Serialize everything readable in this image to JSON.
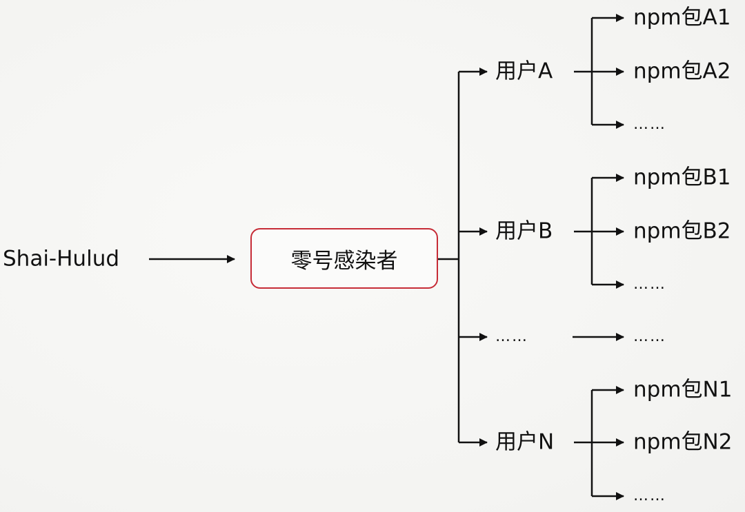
{
  "colors": {
    "line": "#111111",
    "box_border": "#c62b36",
    "background": "#f6f6f4"
  },
  "source": {
    "label": "Shai-Hulud"
  },
  "patient_zero": {
    "label": "零号感染者"
  },
  "users": [
    {
      "label": "用户A",
      "packages": [
        "npm包A1",
        "npm包A2",
        "……"
      ]
    },
    {
      "label": "用户B",
      "packages": [
        "npm包B1",
        "npm包B2",
        "……"
      ]
    },
    {
      "label": "……",
      "packages": [
        "……"
      ]
    },
    {
      "label": "用户N",
      "packages": [
        "npm包N1",
        "npm包N2",
        "……"
      ]
    }
  ]
}
